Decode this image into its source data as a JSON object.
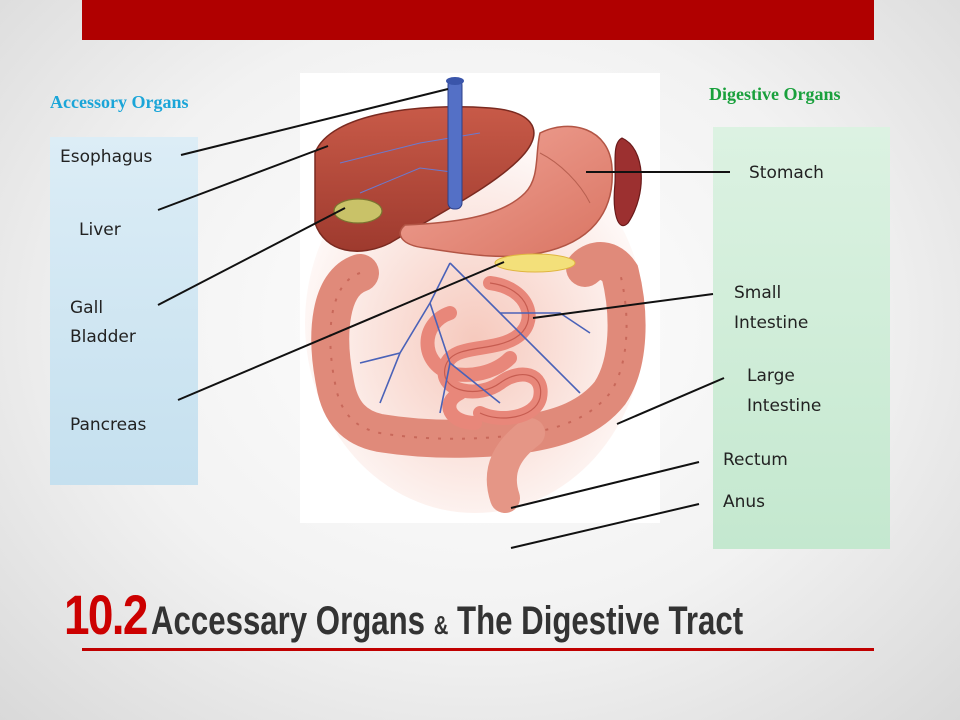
{
  "headings": {
    "accessory": "Accessory Organs",
    "digestive": "Digestive Organs"
  },
  "accessory_labels": {
    "esophagus": "Esophagus",
    "liver": "Liver",
    "gall_1": "Gall",
    "gall_2": "Bladder",
    "pancreas": "Pancreas"
  },
  "digestive_labels": {
    "stomach": "Stomach",
    "small_1": "Small",
    "small_2": "Intestine",
    "large_1": "Large",
    "large_2": "Intestine",
    "rectum": "Rectum",
    "anus": "Anus"
  },
  "title": {
    "number": "10.2",
    "text_part1": "Accessary Organs ",
    "ampersand": "&",
    "text_part2": " The Digestive Tract"
  },
  "colors": {
    "top_bar": "#b00000",
    "title_number": "#cc0000",
    "accessory_heading": "#1aa5d8",
    "digestive_heading": "#19a03c"
  }
}
